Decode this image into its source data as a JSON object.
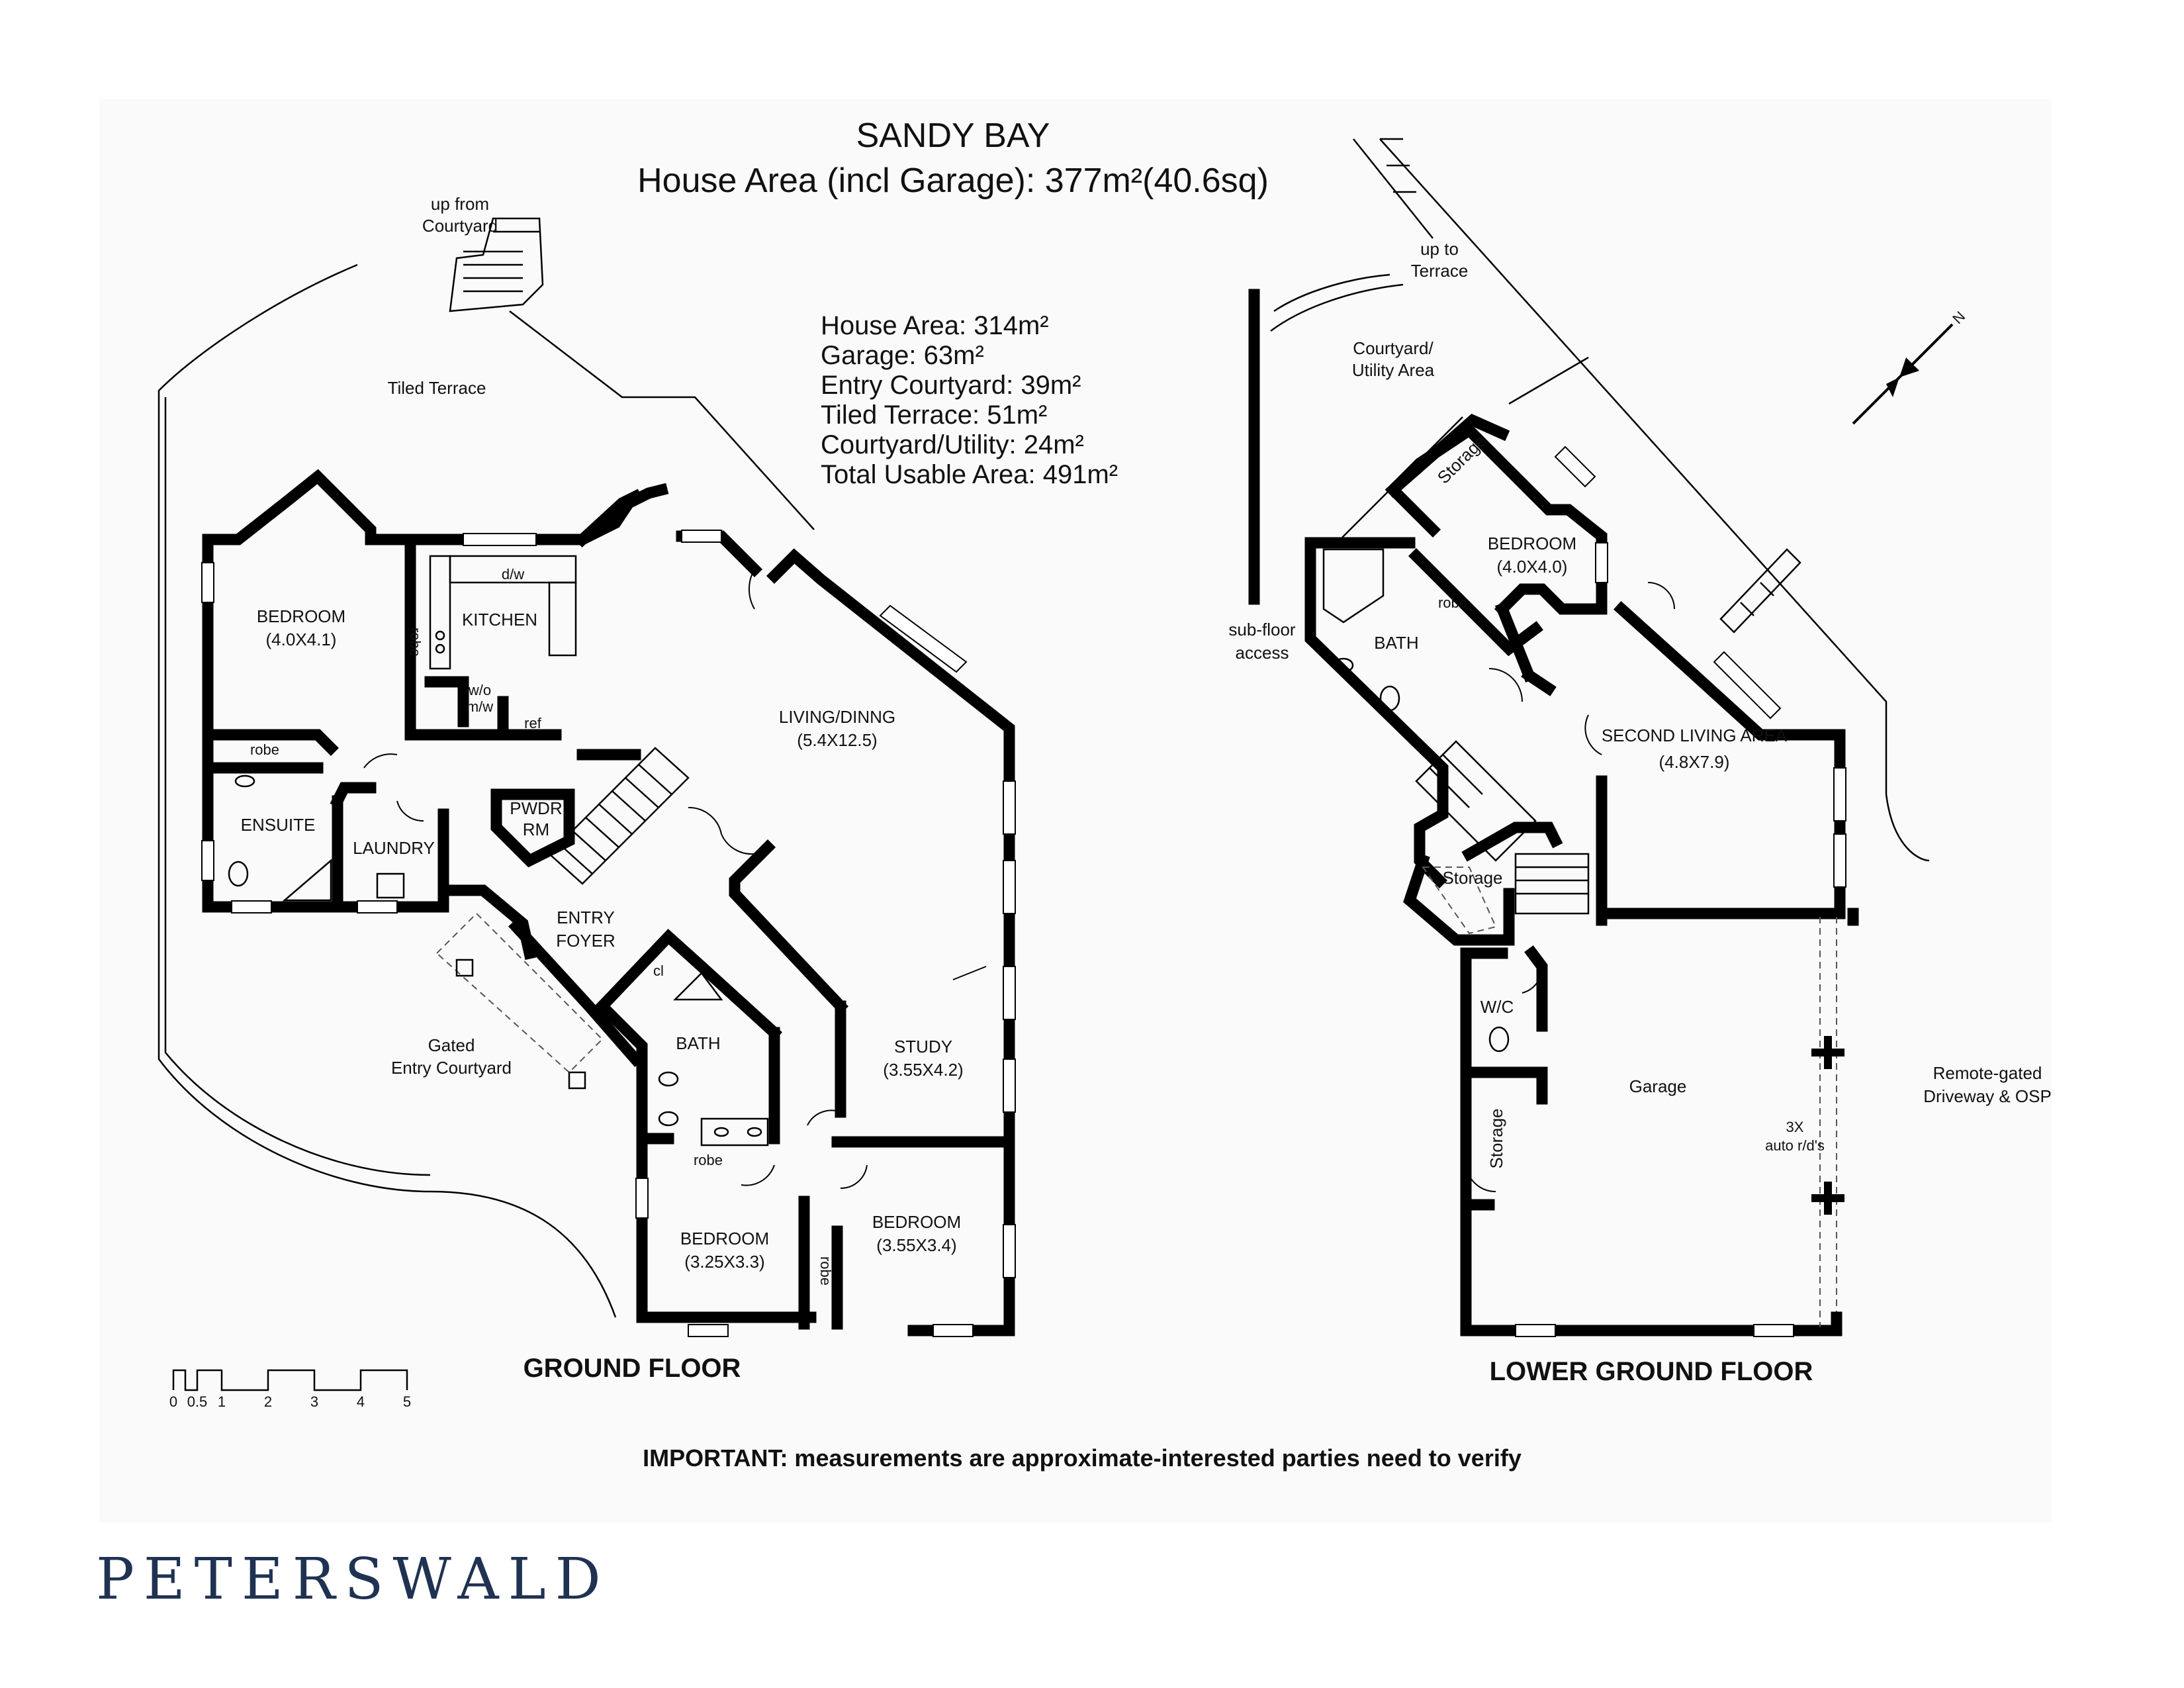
{
  "title": "SANDY BAY",
  "subtitle": "House Area (incl Garage): 377m²(40.6sq)",
  "areas": [
    "House Area: 314m²",
    "Garage: 63m²",
    "Entry Courtyard: 39m²",
    "Tiled Terrace: 51m²",
    "Courtyard/Utility: 24m²",
    "Total Usable Area: 491m²"
  ],
  "ground_floor": {
    "label": "GROUND FLOOR",
    "up_from_courtyard": [
      "up from",
      "Courtyard"
    ],
    "tiled_terrace": "Tiled Terrace",
    "bedroom_main": [
      "BEDROOM",
      "(4.0X4.1)"
    ],
    "robe_vertical": "robe",
    "robe_ensuite": "robe",
    "kitchen": "KITCHEN",
    "dw": "d/w",
    "wo": "w/o",
    "mw": "m/w",
    "ref": "ref",
    "ensuite": "ENSUITE",
    "laundry": "LAUNDRY",
    "pwdr": [
      "PWDR",
      "RM"
    ],
    "living": [
      "LIVING/DINNG",
      "(5.4X12.5)"
    ],
    "entry": [
      "ENTRY",
      "FOYER"
    ],
    "cl": "cl",
    "bath": "BATH",
    "gated": [
      "Gated",
      "Entry Courtyard"
    ],
    "study": [
      "STUDY",
      "(3.55X4.2)"
    ],
    "robe_bath": "robe",
    "bedroom_a": [
      "BEDROOM",
      "(3.25X3.3)"
    ],
    "bedroom_b": [
      "BEDROOM",
      "(3.55X3.4)"
    ],
    "robe_b": "robe"
  },
  "lower_floor": {
    "label": "LOWER GROUND FLOOR",
    "up_to_terrace": [
      "up to",
      "Terrace"
    ],
    "courtyard_utility": [
      "Courtyard/",
      "Utility Area"
    ],
    "storage_top": "Storage",
    "bedroom": [
      "BEDROOM",
      "(4.0X4.0)"
    ],
    "robe": "robe",
    "subfloor": [
      "sub-floor",
      "access"
    ],
    "bath": "BATH",
    "second_living": [
      "SECOND LIVING AREA",
      "(4.8X7.9)"
    ],
    "storage_mid": "Storage",
    "wc": "W/C",
    "storage_left": "Storage",
    "garage": "Garage",
    "doors": [
      "3X",
      "auto r/d's"
    ],
    "driveway": [
      "Remote-gated",
      "Driveway & OSP"
    ]
  },
  "scale_labels": [
    "0",
    "0.5",
    "1",
    "2",
    "3",
    "4",
    "5"
  ],
  "north": "N",
  "important": "IMPORTANT: measurements are approximate-interested parties need to verify",
  "brand": "PETERSWALD",
  "colors": {
    "wall": "#000000",
    "brand": "#1f3252"
  }
}
